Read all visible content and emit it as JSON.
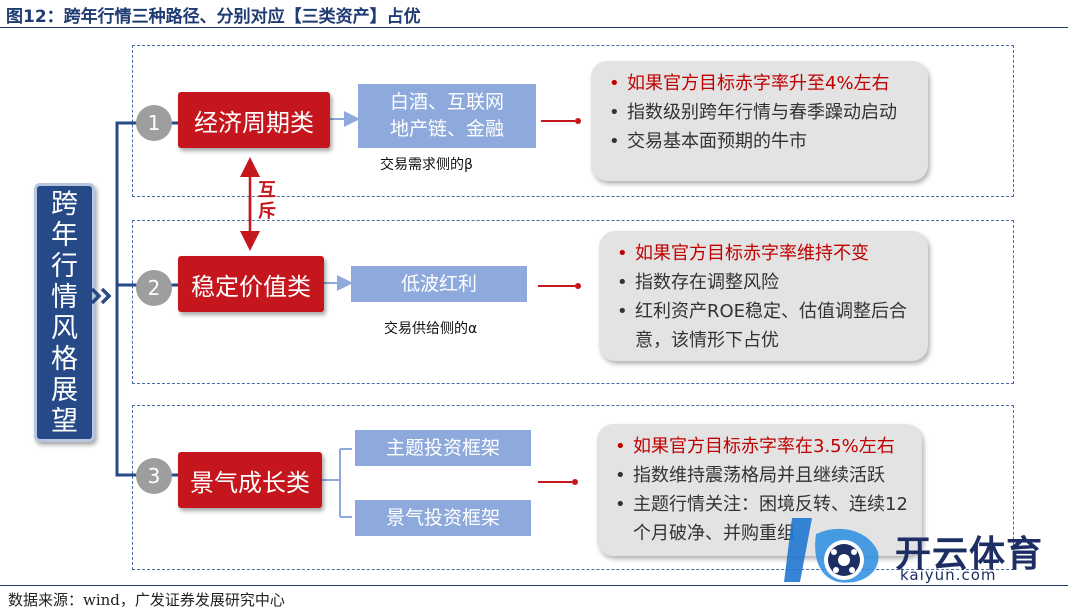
{
  "header": {
    "title": "图12：跨年行情三种路径、分别对应【三类资产】占优"
  },
  "footer": {
    "source": "数据来源：wind，广发证券发展研究中心"
  },
  "side_label": "跨年行情风格展望",
  "mutual_label": "互斥",
  "paths": [
    {
      "number": "1",
      "category": "经济周期类",
      "assets": [
        "白酒、互联网",
        "地产链、金融"
      ],
      "caption": "交易需求侧的β",
      "condition": "如果官方目标赤字率升至4%左右",
      "points": [
        "指数级别跨年行情与春季躁动启动",
        "交易基本面预期的牛市"
      ]
    },
    {
      "number": "2",
      "category": "稳定价值类",
      "assets": [
        "低波红利"
      ],
      "caption": "交易供给侧的α",
      "condition": "如果官方目标赤字率维持不变",
      "points": [
        "指数存在调整风险",
        "红利资产ROE稳定、估值调整后合意，该情形下占优"
      ]
    },
    {
      "number": "3",
      "category": "景气成长类",
      "assets": [
        "主题投资框架",
        "景气投资框架"
      ],
      "caption": "",
      "condition": "如果官方目标赤字率在3.5%左右",
      "points": [
        "指数维持震荡格局并且继续活跃",
        "主题行情关注：困境反转、连续12个月破净、并购重组"
      ]
    }
  ],
  "watermark": {
    "brand": "开云体育",
    "url": "kaiyun.com"
  },
  "colors": {
    "navy": "#264a87",
    "red": "#c4161c",
    "blue": "#8ea9db",
    "gray": "#e3e3e3"
  }
}
